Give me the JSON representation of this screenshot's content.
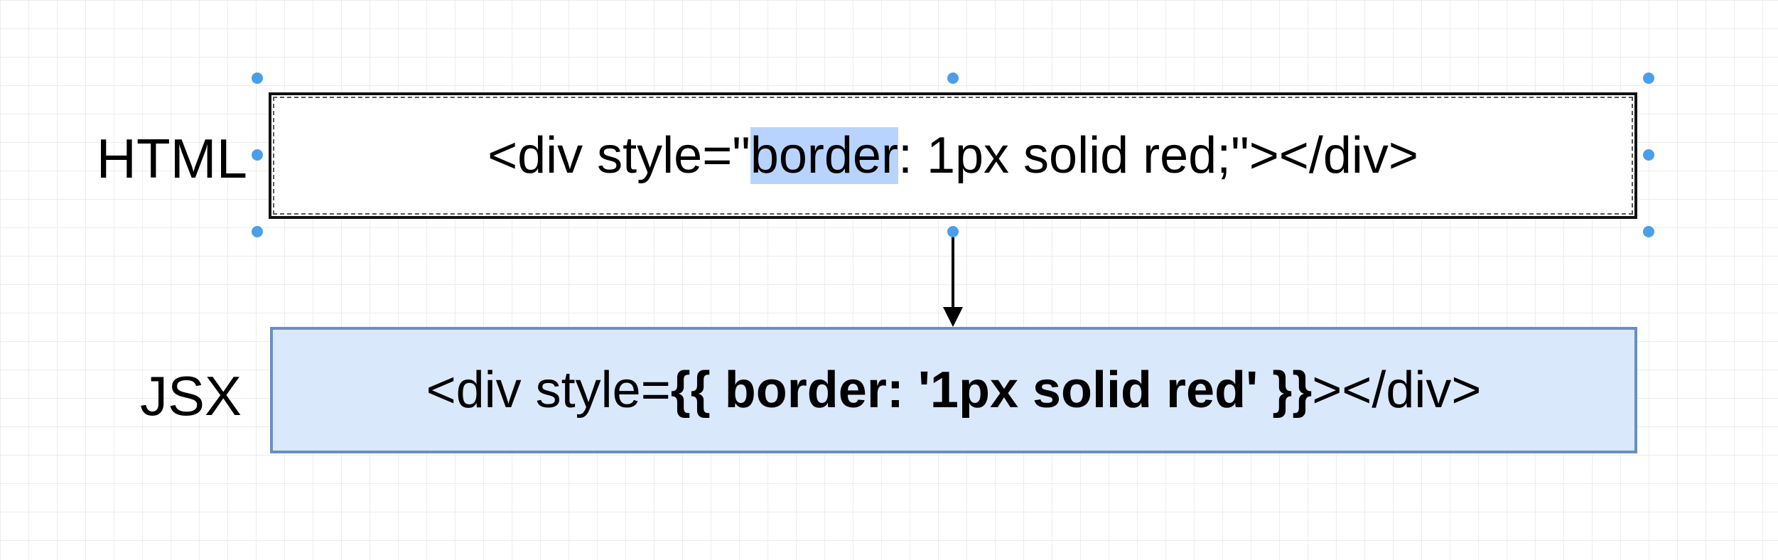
{
  "diagram": {
    "html_row": {
      "label": "HTML",
      "code_before": "<div style=\"",
      "code_highlight": "border",
      "code_after": ": 1px solid red;\"></div>"
    },
    "jsx_row": {
      "label": "JSX",
      "code_before": "<div style=",
      "code_bold": "{{ border: '1px solid red' }}",
      "code_after": "></div>"
    },
    "colors": {
      "html_box_fill": "#ffffff",
      "jsx_box_fill": "#dae8fc",
      "jsx_box_stroke": "#6c8ebf",
      "selection_handle": "#4a9fe8",
      "text_highlight": "#b8d4fe"
    }
  }
}
